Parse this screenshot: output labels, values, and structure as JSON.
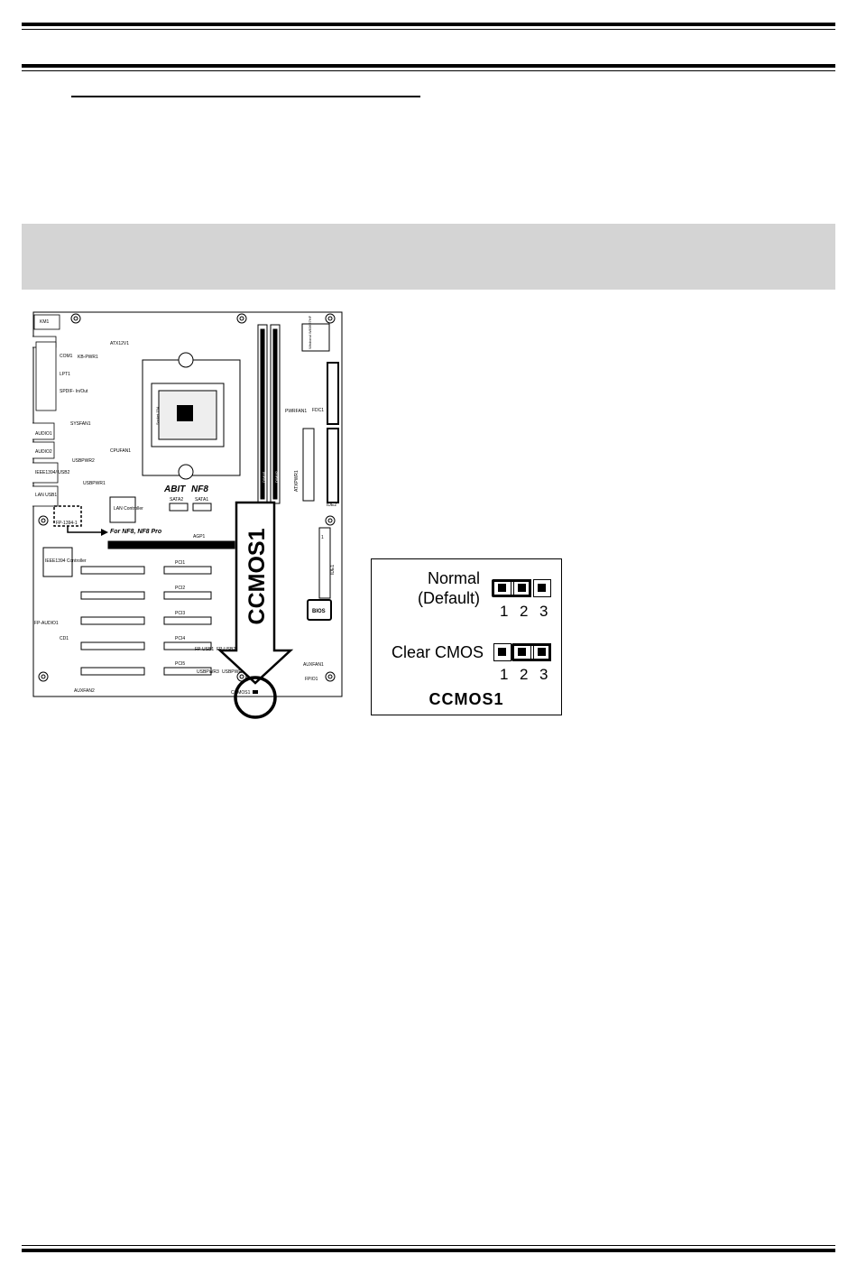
{
  "board": {
    "brand": "ABIT",
    "model": "NF8",
    "nf8_note": "For NF8, NF8 Pro",
    "callout": "CCMOS1",
    "labels": {
      "km1": "KM1",
      "kbpwr1": "KB-PWR1",
      "atx12v1": "ATX12V1",
      "com1": "COM1",
      "lpt1": "LPT1",
      "spdif": "SPDIF- In/Out",
      "sysfan1": "SYSFAN1",
      "audio1": "AUDIO1",
      "audio2": "AUDIO2",
      "cpufan1": "CPUFAN1",
      "usbpwr2": "USBPWR2",
      "ieee": "IEEE1394/ USB2",
      "usbpwr1": "USBPWR1",
      "lanusb": "LAN USB1",
      "lan_ctrl": "LAN Controller",
      "sata2": "SATA2",
      "sata1": "SATA1",
      "fp1394": "FP-1394-1",
      "agp1": "AGP1",
      "ieee_ctrl": "IEEE1394 Controller",
      "pci1": "PCI1",
      "pci2": "PCI2",
      "pci3": "PCI3",
      "pci4": "PCI4",
      "pci5": "PCI5",
      "fpaudio": "FP-AUDIO1",
      "cd1": "CD1",
      "fpusb1": "FP-USB1",
      "fpusb2": "FP-USB2",
      "usbpwr3": "USBPWR3",
      "usbpwr4": "USBPWR4",
      "auxfan1": "AUXFAN1",
      "auxfan2": "AUXFAN2",
      "fpio1": "FPIO1",
      "ccmos1": "CCMOS1",
      "bios": "BIOS",
      "ide1": "IDE1",
      "ide2": "IDE2",
      "fdc1": "FDC1",
      "pwrfan1": "PWRFAN1",
      "atxpwr1": "ATXPWR1",
      "dimm1": "DIMM1",
      "dimm2": "DIMM2",
      "socket": "Socket 754",
      "winbond": "Winbond W83627HF",
      "pin1": "1"
    }
  },
  "jumper": {
    "normal_label_1": "Normal",
    "normal_label_2": "(Default)",
    "clear_label": "Clear CMOS",
    "pin_1": "1",
    "pin_2": "2",
    "pin_3": "3",
    "title": "CCMOS1"
  }
}
